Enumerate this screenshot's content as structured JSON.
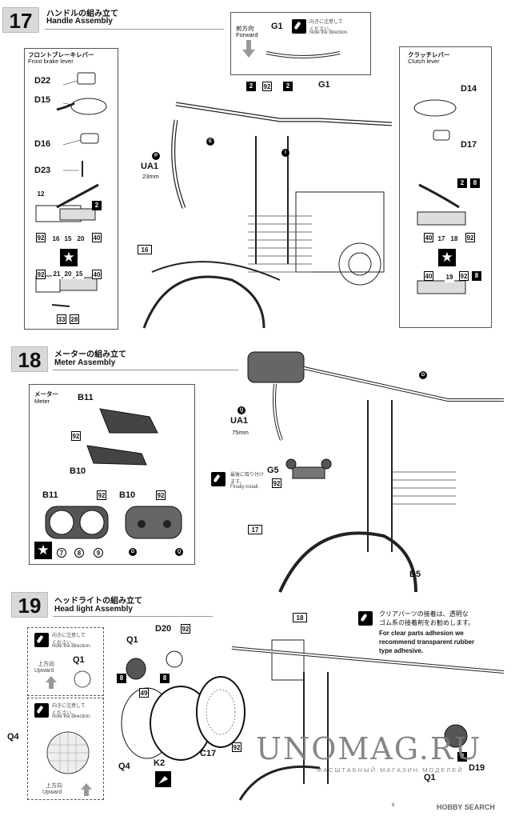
{
  "step17": {
    "number": "17",
    "title_jp": "ハンドルの組み立て",
    "title_en": "Handle Assembly",
    "front_brake": {
      "title_jp": "フロントブレーキレバー",
      "title_en": "Front brake lever",
      "parts": [
        "D22",
        "D15",
        "D16",
        "D23"
      ],
      "nums": [
        "12",
        "2",
        "92",
        "16",
        "15",
        "20",
        "40",
        "92",
        "21",
        "20",
        "15",
        "40",
        "33",
        "28"
      ]
    },
    "clutch": {
      "title_jp": "クラッチレバー",
      "title_en": "Clutch lever",
      "parts": [
        "D14",
        "D17"
      ],
      "nums": [
        "2",
        "8",
        "40",
        "17",
        "18",
        "92",
        "40",
        "19",
        "92",
        "8"
      ]
    },
    "note": {
      "dir_jp": "前方向",
      "dir_en": "Forward",
      "part": "G1",
      "warn_jp": "向きに注意して\nください。",
      "warn_en": "Note the direction."
    },
    "main": {
      "nums": [
        "2",
        "92",
        "2",
        "16"
      ],
      "part": "G1",
      "circles": [
        "E",
        "I"
      ],
      "tube_circle": "P",
      "tube": "UA1",
      "tube_len": "23mm"
    }
  },
  "step18": {
    "number": "18",
    "title_jp": "メーターの組み立て",
    "title_en": "Meter Assembly",
    "meter": {
      "title_jp": "メーター",
      "title_en": "Meter",
      "parts": [
        "B11",
        "B10",
        "B11",
        "B10"
      ],
      "nums": [
        "92",
        "92",
        "92",
        "7",
        "8",
        "9"
      ],
      "circles": [
        "D",
        "Q"
      ]
    },
    "main": {
      "tube_circle": "Q",
      "tube": "UA1",
      "tube_len": "75mm",
      "circle_d": "D",
      "final_jp": "最後に取り付けます。",
      "final_en": "Finally install.",
      "part_g5": "G5",
      "num_g5": "92",
      "num_17": "17",
      "part_b5": "B5"
    }
  },
  "step19": {
    "number": "19",
    "title_jp": "ヘッドライトの組み立て",
    "title_en": "Head light Assembly",
    "note1": {
      "warn_jp": "向きに注意して\nください。",
      "warn_en": "Note the direction.",
      "up_jp": "上方向",
      "up_en": "Upward",
      "part": "Q1"
    },
    "note2": {
      "warn_jp": "向きに注意して\nください。",
      "warn_en": "Note the direction.",
      "up_jp": "上方向",
      "up_en": "Upward",
      "part": "Q4"
    },
    "parts": {
      "q1": "Q1",
      "d20": "D20",
      "q4": "Q4",
      "k2": "K2",
      "c17": "C17",
      "d19": "D19",
      "q1b": "Q1"
    },
    "nums": [
      "92",
      "8",
      "49",
      "8",
      "92",
      "18",
      "8"
    ],
    "clear_note": {
      "jp": "クリアパーツの接着は、透明な\nゴム系の接着剤をお勧めします。",
      "en": "For clear parts adhesion we\nrecommend transparent rubber\ntype adhesive."
    }
  },
  "watermark": {
    "brand": "UNOMAG.RU",
    "sub": "МАСШТАБНЫЙ МАГАЗИН МОДЕЛЕЙ",
    "hs": "HOBBY SEARCH"
  },
  "page_no": "6"
}
